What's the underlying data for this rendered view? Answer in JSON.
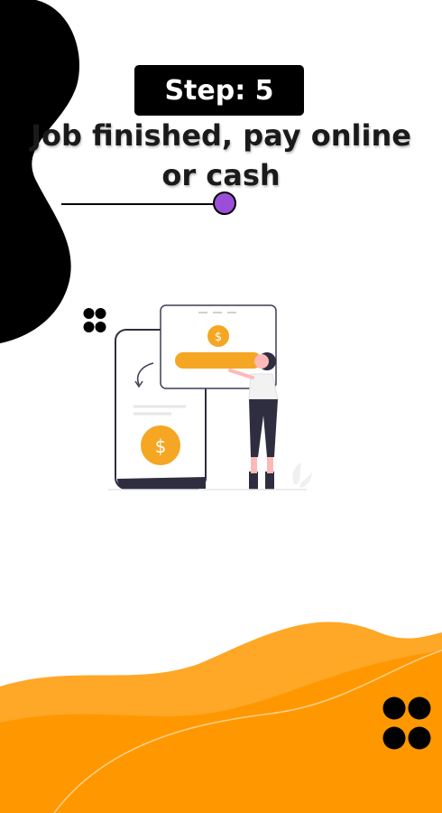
{
  "step_badge": {
    "label": "Step: 5"
  },
  "title": {
    "line1": "Job finished, pay online",
    "line2": "or cash"
  },
  "illustration": {
    "currency_symbol": "$",
    "name": "online-payment-illustration"
  },
  "colors": {
    "accent_purple": "#9b4fd9",
    "orange": "#ff9800",
    "orange_light": "#ffa726",
    "black": "#000000",
    "money_yellow": "#f5a623"
  }
}
